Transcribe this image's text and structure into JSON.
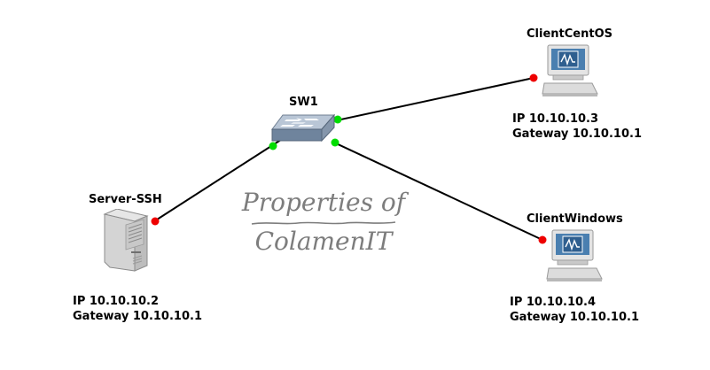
{
  "diagram": {
    "nodes": {
      "switch": {
        "name": "SW1",
        "icon": "network-switch-icon"
      },
      "server": {
        "name": "Server-SSH",
        "icon": "server-tower-icon",
        "ip": "IP 10.10.10.2",
        "gateway": "Gateway 10.10.10.1"
      },
      "client_centos": {
        "name": "ClientCentOS",
        "icon": "workstation-computer-icon",
        "ip": "IP 10.10.10.3",
        "gateway": "Gateway 10.10.10.1"
      },
      "client_windows": {
        "name": "ClientWindows",
        "icon": "workstation-computer-icon",
        "ip": "IP 10.10.10.4",
        "gateway": "Gateway 10.10.10.1"
      }
    },
    "links": [
      {
        "from": "server",
        "to": "switch",
        "from_port_status": "down",
        "to_port_status": "up"
      },
      {
        "from": "switch",
        "to": "client_centos",
        "from_port_status": "up",
        "to_port_status": "down"
      },
      {
        "from": "switch",
        "to": "client_windows",
        "from_port_status": "up",
        "to_port_status": "down"
      }
    ],
    "watermark": {
      "line1": "Properties of",
      "line2": "ColamenIT"
    },
    "colors": {
      "link": "#000000",
      "port_up": "#00dd00",
      "port_down": "#ee0000",
      "watermark": "#7d7d7d"
    }
  }
}
